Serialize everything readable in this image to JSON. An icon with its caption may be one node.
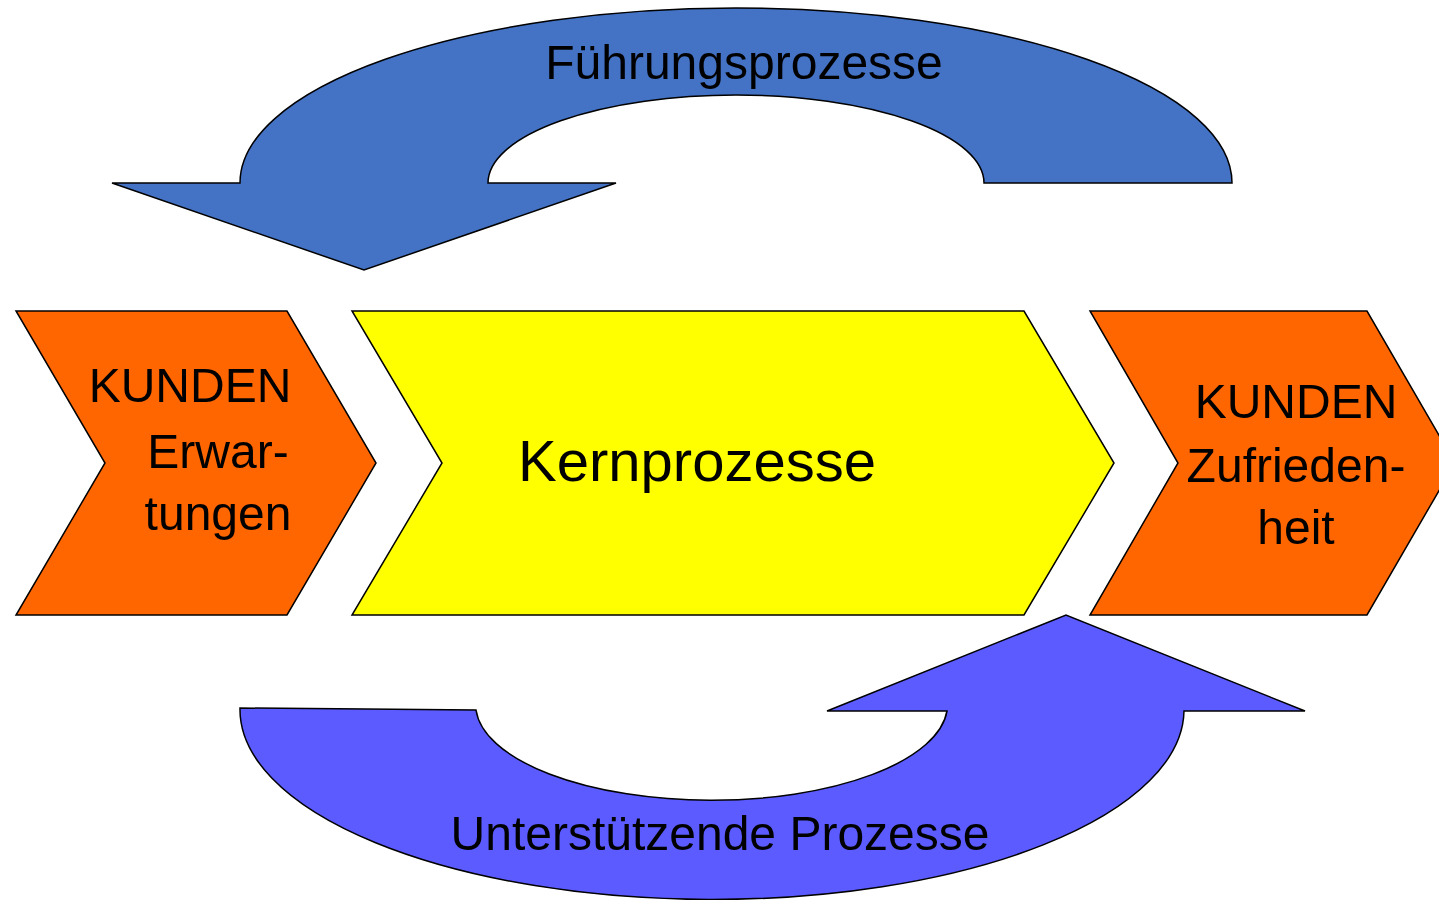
{
  "diagram": {
    "nodes": [
      {
        "text": [
          "KUNDEN",
          "Erwar- tungen"
        ]
      },
      {
        "text": [
          "Kernprozesse"
        ]
      },
      {
        "text": [
          "KUNDEN",
          "Zufrieden- heit"
        ]
      },
      {
        "text": [
          "Führungsprozesse"
        ]
      },
      {
        "text": [
          "Unterstützende Prozesse"
        ]
      }
    ]
  }
}
